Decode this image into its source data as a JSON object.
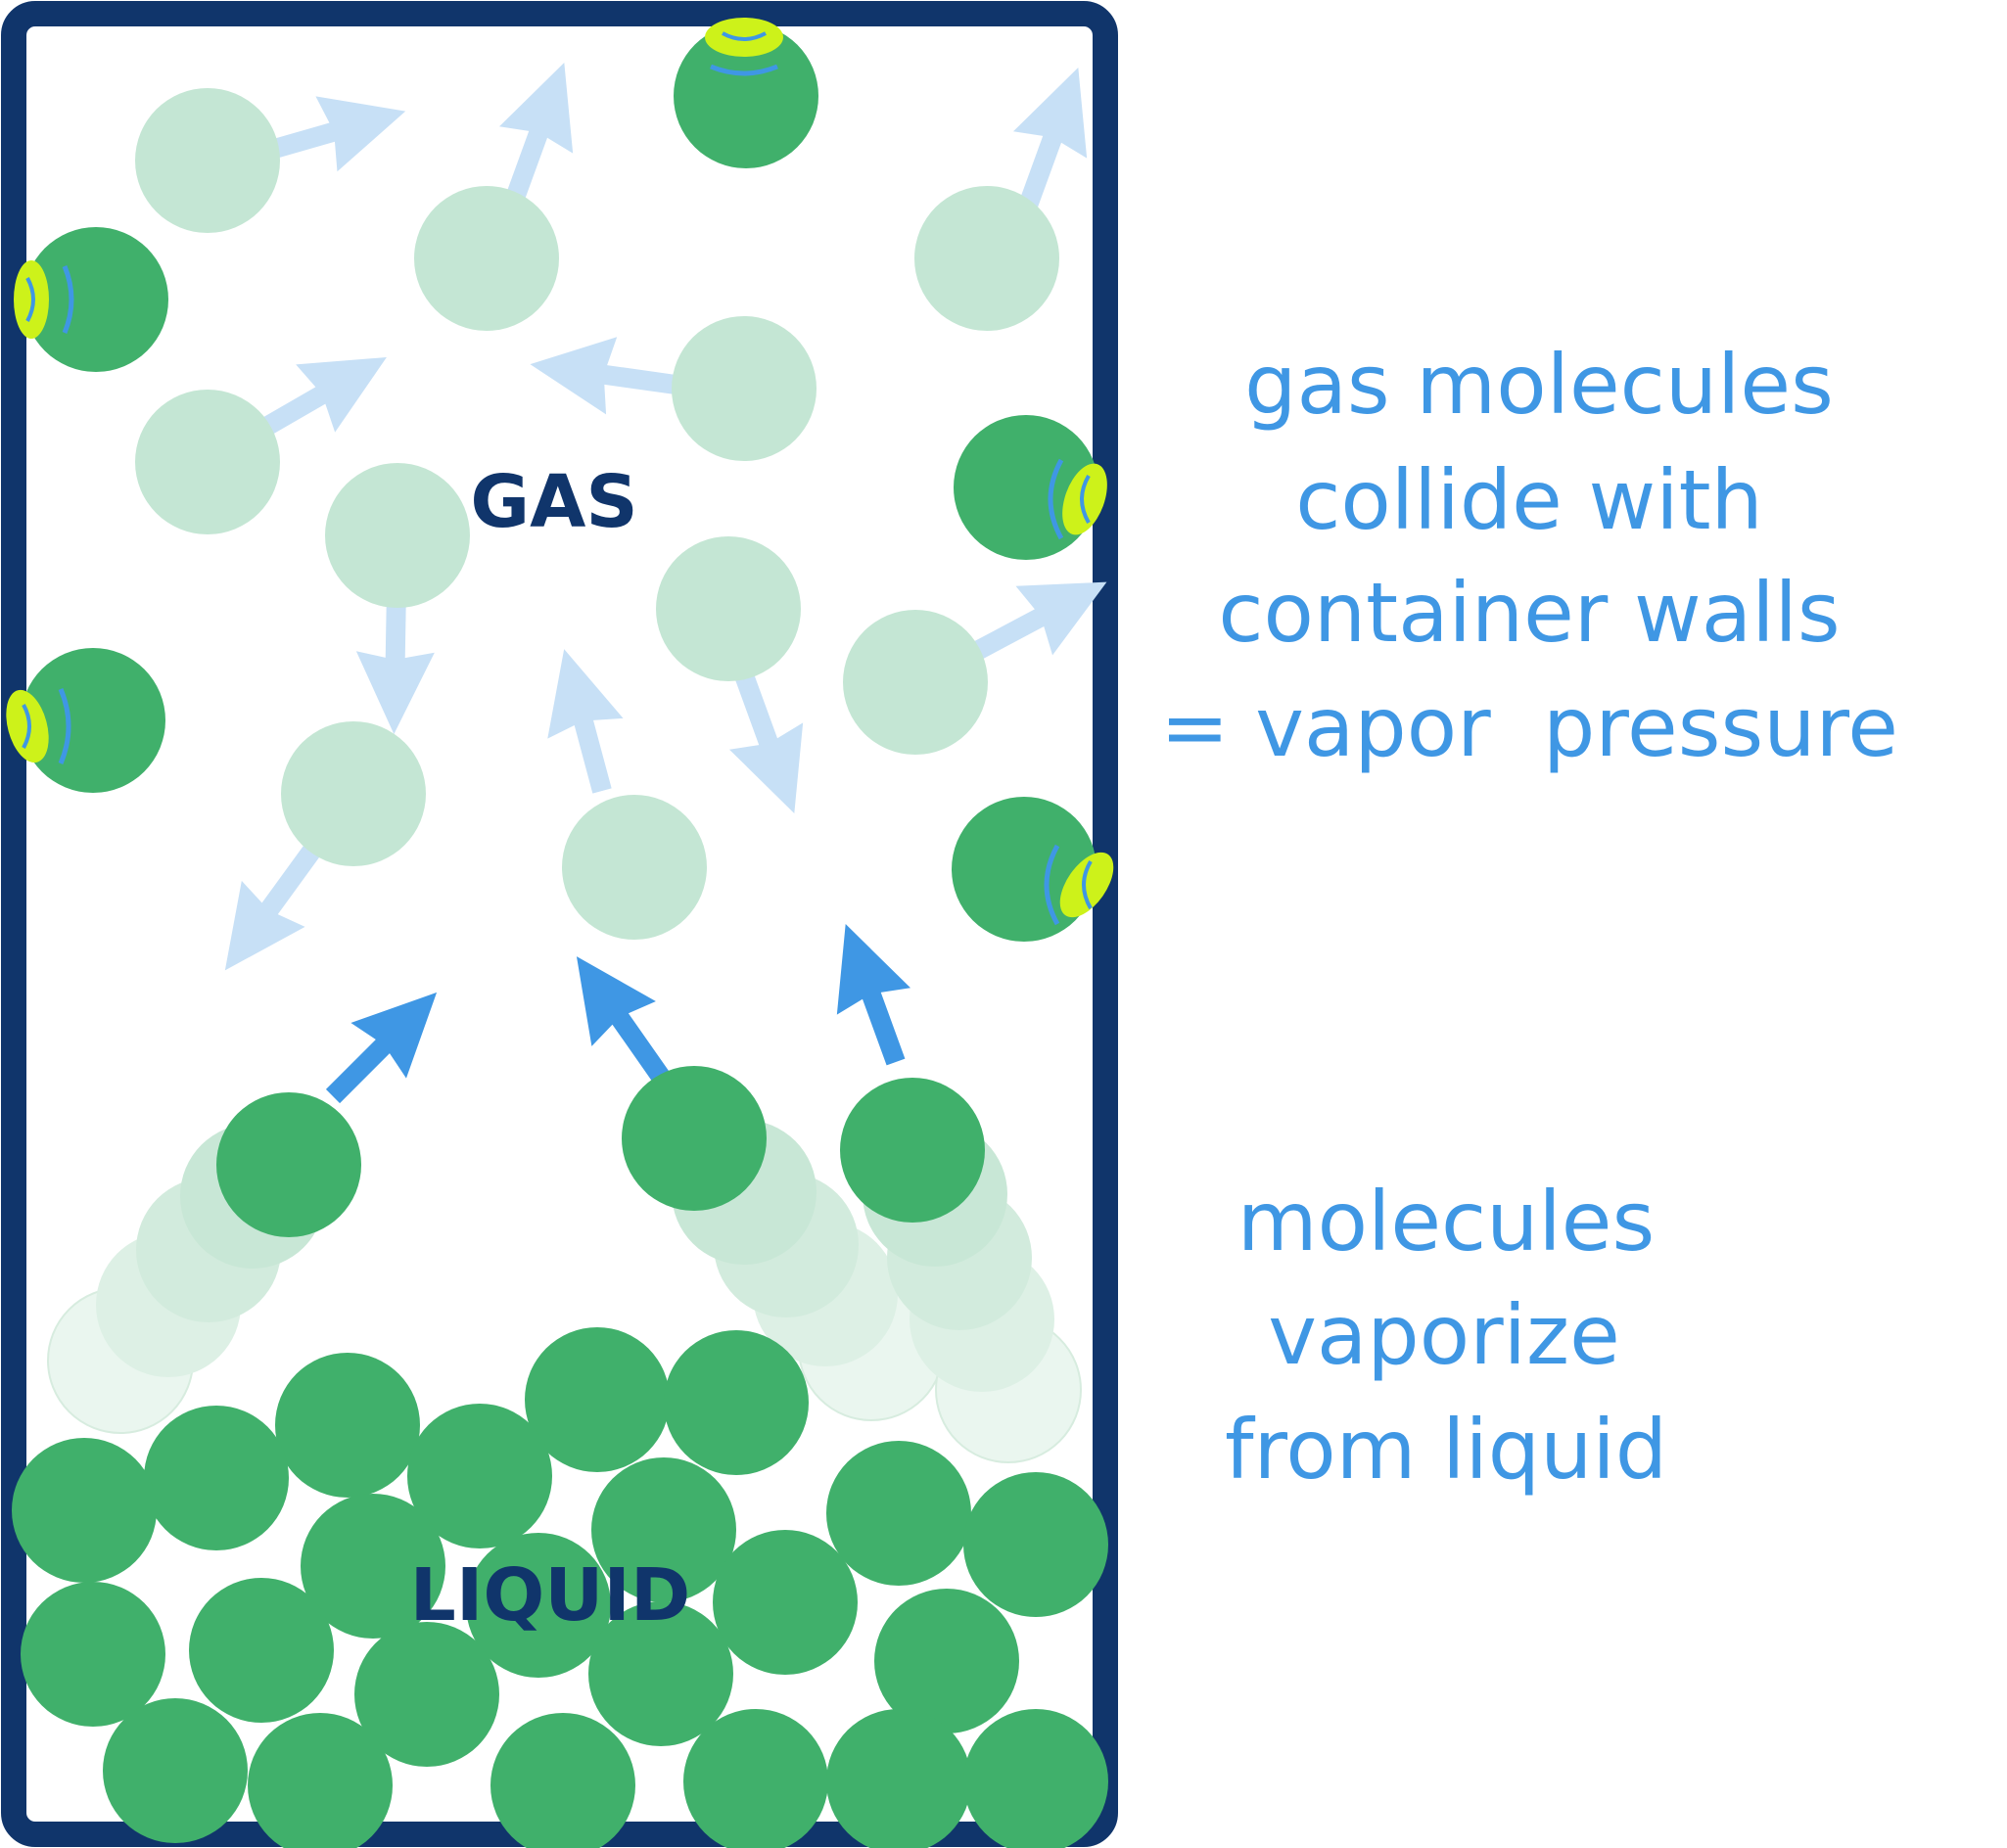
{
  "labels": {
    "gas": "GAS",
    "liquid": "LIQUID"
  },
  "annotations": {
    "top": [
      "gas molecules",
      "collide with",
      "container walls",
      "= vapor  pressure"
    ],
    "bottom": [
      "molecules",
      "vaporize",
      "from liquid"
    ]
  },
  "colors": {
    "container": "#10356b",
    "molecule": "#40b06b",
    "molecule_light": "#c4e6d4",
    "molecule_fade": "#ddf0e5",
    "molecule_faint": "#eaf6ef",
    "arrow_light": "#c7e0f6",
    "arrow_dark": "#3f97e4",
    "impact": "#cdf21a",
    "impact_line": "#3f97e4",
    "annotation_text": "#3f97e4",
    "region_text": "#10356b"
  },
  "icons": [
    "molecule-icon",
    "motion-arrow-icon",
    "wall-collision-icon"
  ]
}
